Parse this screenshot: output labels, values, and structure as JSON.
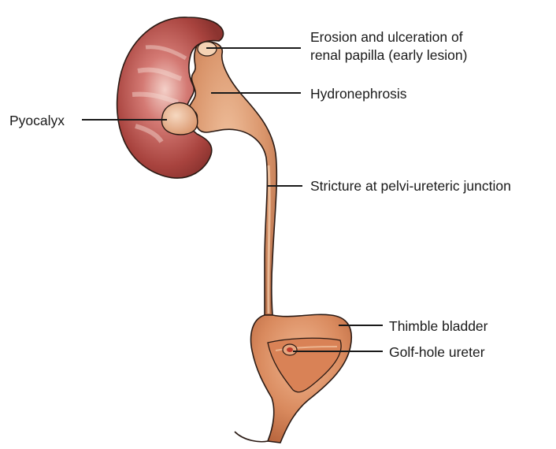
{
  "labels": {
    "erosion_line1": "Erosion and ulceration of",
    "erosion_line2": "renal papilla (early lesion)",
    "hydronephrosis": "Hydronephrosis",
    "pyocalyx": "Pyocalyx",
    "stricture": "Stricture at pelvi-ureteric junction",
    "thimble_bladder": "Thimble bladder",
    "golf_hole_ureter": "Golf-hole ureter"
  },
  "colors": {
    "kidney_cortex": "#a8433e",
    "kidney_medulla": "#c96a66",
    "pelvis_ureter": "#d9946a",
    "bladder": "#d98a5e",
    "outline": "#2a1a14",
    "leader_line": "#1a1a1a",
    "ulcer_spot": "#c0392b"
  }
}
